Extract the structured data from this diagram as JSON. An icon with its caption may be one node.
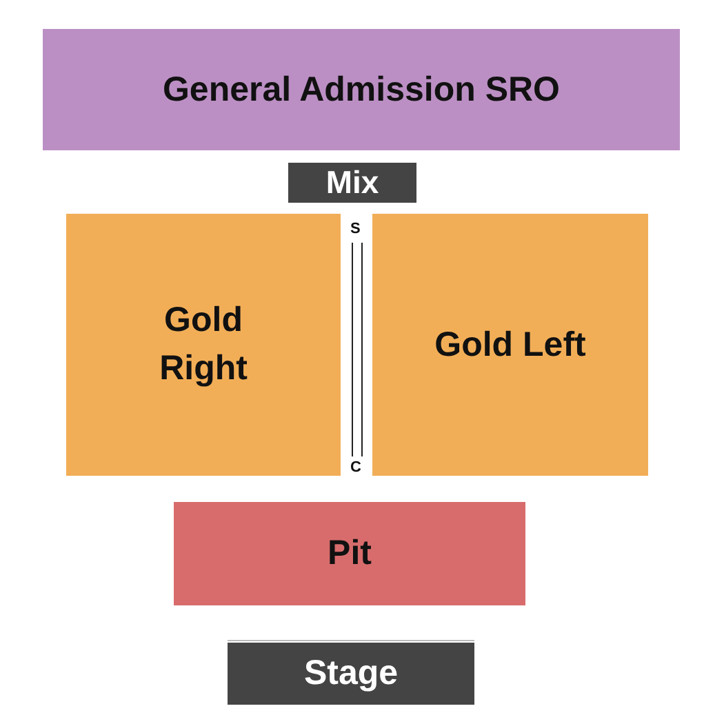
{
  "diagram": {
    "nodes": [
      {
        "text": [
          "General Admission SRO"
        ]
      },
      {
        "text": [
          "Mix"
        ]
      },
      {
        "text": [
          "Gold Right"
        ]
      },
      {
        "text": [
          "Gold Left"
        ]
      },
      {
        "text": [
          "Pit"
        ]
      },
      {
        "text": [
          "Stage"
        ]
      }
    ],
    "labels": [
      "S",
      "C"
    ]
  }
}
